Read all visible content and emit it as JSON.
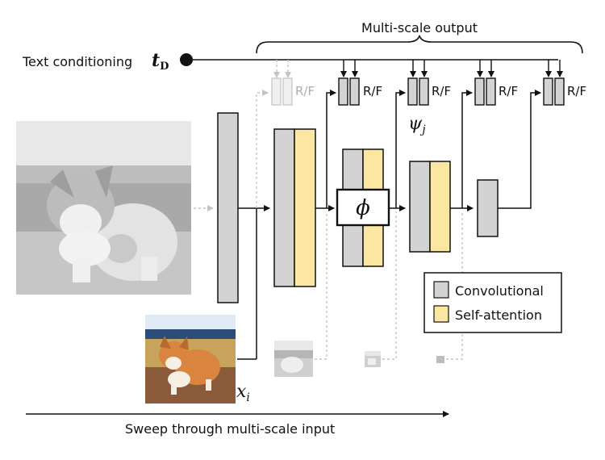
{
  "header": {
    "multi_scale_output": "Multi-scale output"
  },
  "text_conditioning": {
    "label": "Text conditioning",
    "symbol": "t",
    "subscript": "D"
  },
  "rf": {
    "label": "R/F"
  },
  "psi": {
    "symbol": "ψ",
    "subscript": "j"
  },
  "phi": {
    "symbol": "ϕ"
  },
  "input_image": {
    "symbol": "x",
    "subscript": "i"
  },
  "legend": {
    "convolutional": "Convolutional",
    "self_attention": "Self-attention"
  },
  "footer": {
    "sweep_label": "Sweep through multi-scale input"
  },
  "colors": {
    "convolutional": "#d3d3d3",
    "self_attention": "#fbe6a2",
    "faded": "#bbbbbb",
    "line": "#111111"
  }
}
